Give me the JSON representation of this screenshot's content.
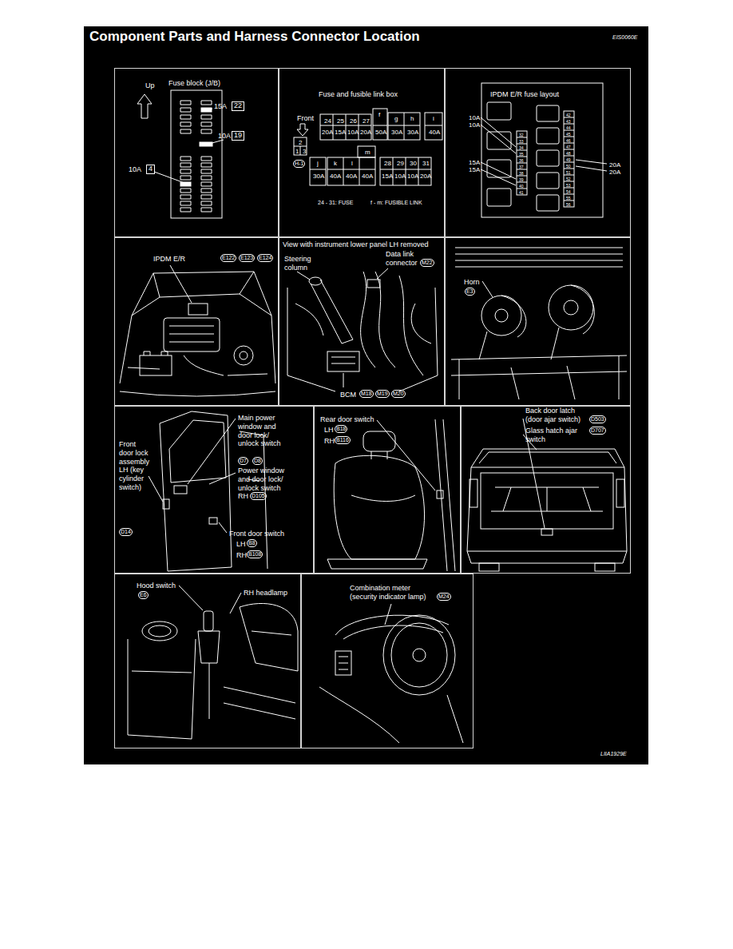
{
  "diagram": {
    "title": "Component Parts and Harness Connector Location",
    "nodes": [
      {
        "text": [
          "Up",
          "Fuse block (J/B)",
          "15A",
          "22",
          "10A",
          "19",
          "10A",
          "4"
        ]
      },
      {
        "text": [
          "Fuse and fusible link box",
          "Front",
          "f",
          "24",
          "25",
          "26",
          "27",
          "g",
          "h",
          "i",
          "20A",
          "15A",
          "10A",
          "20A",
          "50A",
          "30A",
          "30A",
          "40A",
          "2",
          "1",
          "3",
          "m",
          "H-1",
          "j",
          "k",
          "l",
          "28",
          "29",
          "30",
          "31",
          "30A",
          "40A",
          "40A",
          "40A",
          "15A",
          "10A",
          "10A",
          "20A",
          "24 - 31: FUSE",
          "f - m: FUSIBLE LINK"
        ]
      },
      {
        "text": [
          "IPDM E/R fuse layout",
          "10A",
          "10A",
          "15A",
          "15A",
          "20A",
          "20A",
          "32",
          "33",
          "34",
          "35",
          "36",
          "37",
          "38",
          "39",
          "40",
          "41",
          "42",
          "43",
          "44",
          "45",
          "46",
          "47",
          "48",
          "49",
          "50",
          "51",
          "52",
          "53",
          "54",
          "55",
          "56"
        ]
      },
      {
        "text": [
          "IPDM E/R",
          "E122",
          "E123",
          "E124"
        ]
      },
      {
        "text": [
          "View with instrument lower panel LH removed",
          "Steering column",
          "Data link connector",
          "M22",
          "BCM",
          "M18",
          "M19",
          "M20"
        ]
      },
      {
        "text": [
          "Horn",
          "E3"
        ]
      },
      {
        "text": [
          "Main power window and door lock/ unlock switch",
          "D7",
          "D8",
          "Power window and door lock/ unlock switch RH",
          "D105",
          "Front door lock assembly LH (key cylinder switch)",
          "D14",
          "Front door switch",
          "LH",
          "B8",
          "RH",
          "B108"
        ]
      },
      {
        "text": [
          "Rear door switch",
          "LH",
          "B18",
          "RH",
          "B116"
        ]
      },
      {
        "text": [
          "Back door latch (door ajar switch)",
          "D503",
          "Glass hatch ajar switch",
          "D707"
        ]
      },
      {
        "text": [
          "Hood switch",
          "E6",
          "RH headlamp"
        ]
      },
      {
        "text": [
          "Combination meter (security indicator lamp)",
          "M24"
        ]
      }
    ],
    "labels": [
      "EIS0060E",
      "LIIA1929E"
    ]
  }
}
